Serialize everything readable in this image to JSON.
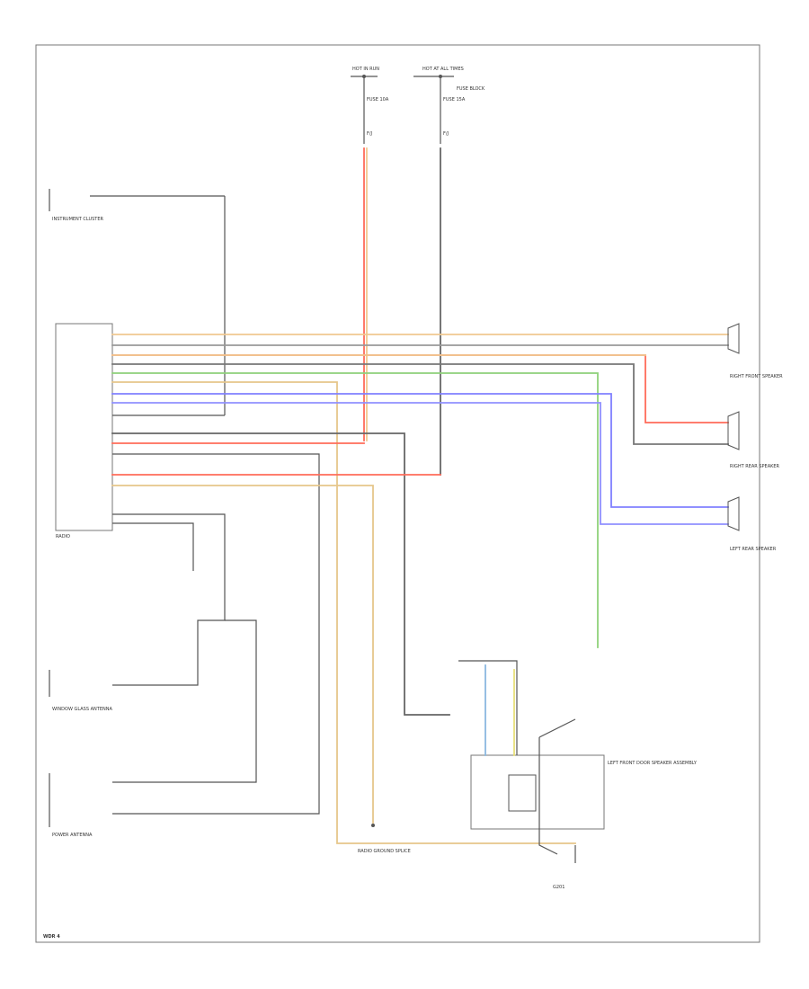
{
  "page_code": "WDR 4",
  "fuse_left": {
    "top": "HOT IN RUN",
    "sub": "FUSE 10A",
    "pin": "F/J"
  },
  "fuse_right": {
    "top": "HOT AT ALL TIMES",
    "sub": "FUSE 15A",
    "pin": "F/J",
    "block": "FUSE BLOCK"
  },
  "radio_mod": {
    "label": "RADIO"
  },
  "speakers": {
    "rf": "RIGHT FRONT SPEAKER",
    "rr": "RIGHT REAR SPEAKER",
    "lr": "LEFT REAR SPEAKER"
  },
  "cluster": {
    "label": "INSTRUMENT CLUSTER"
  },
  "antenna_1": {
    "label": "WINDOW GLASS ANTENNA"
  },
  "antenna_2": {
    "label": "POWER ANTENNA"
  },
  "amp": {
    "label": "LEFT FRONT DOOR SPEAKER ASSEMBLY"
  },
  "ground": {
    "label": "G201"
  },
  "splice": {
    "label": "RADIO GROUND SPLICE"
  },
  "colors": {
    "orange": "#f0c890",
    "red": "#ff6b5a",
    "green": "#8fd17a",
    "blue": "#8080ff",
    "gray": "#999999",
    "dark": "#555555",
    "yellow": "#e8e07a",
    "tan": "#e6c68a"
  }
}
